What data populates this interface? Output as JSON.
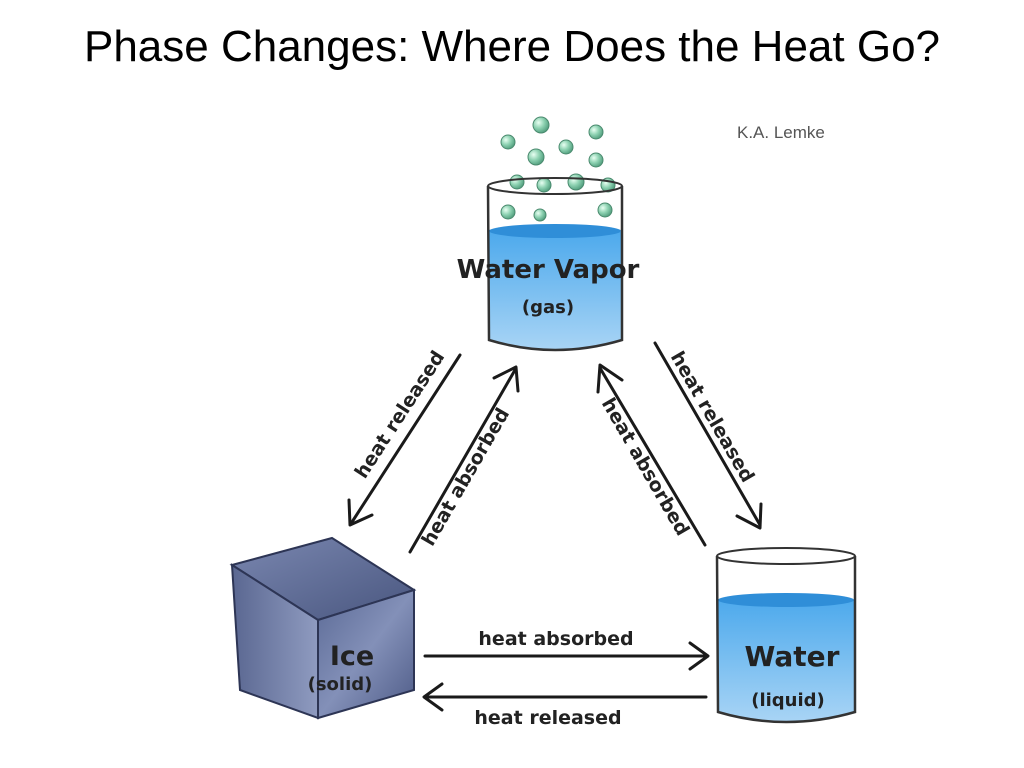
{
  "title": "Phase Changes: Where Does the Heat Go?",
  "credit": "K.A. Lemke",
  "states": {
    "gas": {
      "name": "Water Vapor",
      "sub": "(gas)"
    },
    "solid": {
      "name": "Ice",
      "sub": "(solid)"
    },
    "liquid": {
      "name": "Water",
      "sub": "(liquid)"
    }
  },
  "arrows": {
    "gas_to_solid": "heat released",
    "solid_to_gas": "heat absorbed",
    "liquid_to_gas": "heat absorbed",
    "gas_to_liquid": "heat released",
    "solid_to_liquid": "heat absorbed",
    "liquid_to_solid": "heat released"
  },
  "colors": {
    "water": "#3a9be0",
    "water_light": "#a9d3f4",
    "ice": "#5d6b93",
    "bubble": "#7fc7a6",
    "arrow": "#1a1a1a"
  }
}
